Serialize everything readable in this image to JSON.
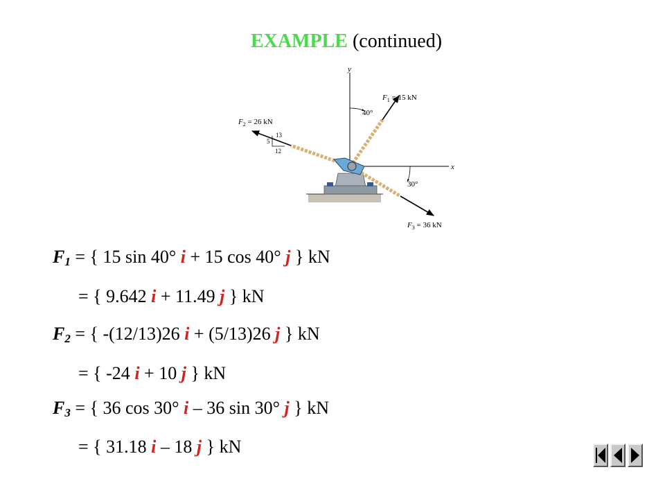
{
  "header": {
    "title_keyword": "EXAMPLE",
    "title_rest": " (continued)"
  },
  "figure": {
    "y_axis": "y",
    "x_axis": "x",
    "f1_label": "F",
    "f1_sub": "1",
    "f1_value": " = 15 kN",
    "f2_label": "F",
    "f2_sub": "2",
    "f2_value": " = 26 kN",
    "f3_label": "F",
    "f3_sub": "3",
    "f3_value": " = 36 kN",
    "angle1": "40°",
    "angle3": "30°",
    "tri_hyp": "13",
    "tri_vert": "5",
    "tri_horiz": "12"
  },
  "equations": {
    "f1": {
      "var": "F",
      "sub": "1",
      "pre": " = { 15 sin 40° ",
      "i": "i",
      "mid": " + 15 cos 40° ",
      "j": "j",
      "post": " } kN"
    },
    "f1_result": {
      "pre": "= { 9.642 ",
      "i": "i",
      "mid": " + 11.49 ",
      "j": "j",
      "post": " } kN"
    },
    "f2": {
      "var": "F",
      "sub": "2",
      "pre": " = { -(12/13)26 ",
      "i": "i",
      "mid": " + (5/13)26 ",
      "j": "j",
      "post": " } kN"
    },
    "f2_result": {
      "pre": "= { -24 ",
      "i": "i",
      "mid": " + 10 ",
      "j": "j",
      "post": " } kN"
    },
    "f3": {
      "var": "F",
      "sub": "3",
      "pre": " = { 36 cos 30° ",
      "i": "i",
      "mid": " – 36 sin 30° ",
      "j": "j",
      "post": " } kN"
    },
    "f3_result": {
      "pre": "= { 31.18 ",
      "i": "i",
      "mid": " – 18 ",
      "j": "j",
      "post": " } kN"
    }
  },
  "nav": {
    "icons": [
      "first-slide-icon",
      "previous-slide-icon",
      "next-slide-icon"
    ]
  }
}
